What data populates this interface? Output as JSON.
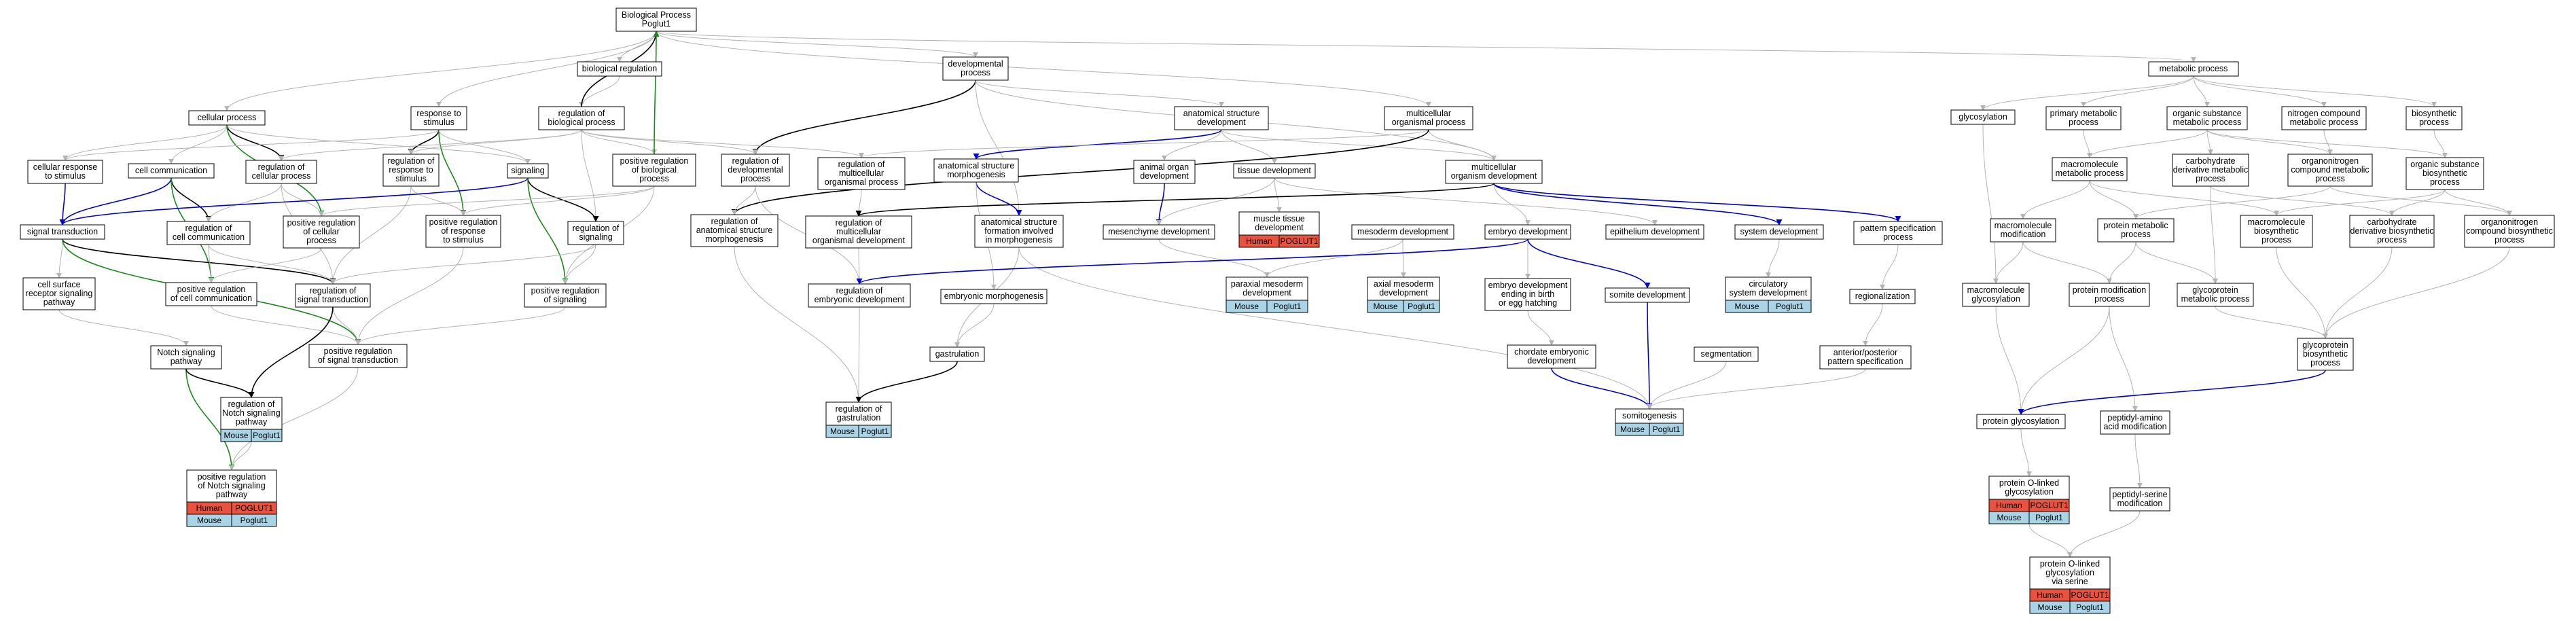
{
  "colors": {
    "edge_gray": "#b3b3b3",
    "edge_black": "#000000",
    "edge_blue": "#0000cc",
    "edge_green": "#1a8a1a",
    "node_fill": "#ffffff",
    "node_border": "#000000",
    "human_badge": "#e8533f",
    "mouse_badge": "#a8d4e6"
  },
  "nodes": [
    {
      "id": "bp",
      "lines": [
        "Biological Process",
        "Poglut1"
      ]
    },
    {
      "id": "biolreg",
      "lines": [
        "biological regulation"
      ]
    },
    {
      "id": "devproc",
      "lines": [
        "developmental",
        "process"
      ]
    },
    {
      "id": "cellproc",
      "lines": [
        "cellular process"
      ]
    },
    {
      "id": "resp",
      "lines": [
        "response to",
        "stimulus"
      ]
    },
    {
      "id": "regbio",
      "lines": [
        "regulation of",
        "biological process"
      ]
    },
    {
      "id": "anatdev",
      "lines": [
        "anatomical structure",
        "development"
      ]
    },
    {
      "id": "multiproc",
      "lines": [
        "multicellular",
        "organismal process"
      ]
    },
    {
      "id": "cellresp",
      "lines": [
        "cellular response",
        "to stimulus"
      ]
    },
    {
      "id": "cellcomm",
      "lines": [
        "cell communication"
      ]
    },
    {
      "id": "regcell",
      "lines": [
        "regulation of",
        "cellular process"
      ]
    },
    {
      "id": "regresp",
      "lines": [
        "regulation of",
        "response to",
        "stimulus"
      ]
    },
    {
      "id": "signaling",
      "lines": [
        "signaling"
      ]
    },
    {
      "id": "posregbio",
      "lines": [
        "positive regulation",
        "of biological",
        "process"
      ]
    },
    {
      "id": "regdev",
      "lines": [
        "regulation of",
        "developmental",
        "process"
      ]
    },
    {
      "id": "regmulti",
      "lines": [
        "regulation of",
        "multicellular",
        "organismal process"
      ]
    },
    {
      "id": "anatmorph",
      "lines": [
        "anatomical structure",
        "morphogenesis"
      ]
    },
    {
      "id": "animorg",
      "lines": [
        "animal organ",
        "development"
      ]
    },
    {
      "id": "tissuedev",
      "lines": [
        "tissue development"
      ]
    },
    {
      "id": "multidev",
      "lines": [
        "multicellular",
        "organism development"
      ]
    },
    {
      "id": "sigtrans",
      "lines": [
        "signal transduction"
      ]
    },
    {
      "id": "regcellcomm",
      "lines": [
        "regulation of",
        "cell communication"
      ]
    },
    {
      "id": "posregcell",
      "lines": [
        "positive regulation",
        "of cellular",
        "process"
      ]
    },
    {
      "id": "posregresp",
      "lines": [
        "positive regulation",
        "of response",
        "to stimulus"
      ]
    },
    {
      "id": "regsig",
      "lines": [
        "regulation of",
        "signaling"
      ]
    },
    {
      "id": "reganatmorph",
      "lines": [
        "regulation of",
        "anatomical structure",
        "morphogenesis"
      ]
    },
    {
      "id": "regmultidev",
      "lines": [
        "regulation of",
        "multicellular",
        "organismal development"
      ]
    },
    {
      "id": "anatform",
      "lines": [
        "anatomical structure",
        "formation involved",
        "in morphogenesis"
      ]
    },
    {
      "id": "mesendev",
      "lines": [
        "mesenchyme development"
      ]
    },
    {
      "id": "muscledev",
      "lines": [
        "muscle tissue",
        "development"
      ],
      "badges": [
        [
          "Human",
          "POGLUT1"
        ]
      ]
    },
    {
      "id": "mesodev",
      "lines": [
        "mesoderm development"
      ]
    },
    {
      "id": "embryodev",
      "lines": [
        "embryo development"
      ]
    },
    {
      "id": "epitheldev",
      "lines": [
        "epithelium development"
      ]
    },
    {
      "id": "sysdev",
      "lines": [
        "system development"
      ]
    },
    {
      "id": "patternspec",
      "lines": [
        "pattern specification",
        "process"
      ]
    },
    {
      "id": "cellsurf",
      "lines": [
        "cell surface",
        "receptor signaling",
        "pathway"
      ]
    },
    {
      "id": "posregcellcomm",
      "lines": [
        "positive regulation",
        "of cell communication"
      ]
    },
    {
      "id": "regsigtrans",
      "lines": [
        "regulation of",
        "signal transduction"
      ]
    },
    {
      "id": "posregsig",
      "lines": [
        "positive regulation",
        "of signaling"
      ]
    },
    {
      "id": "regembryo",
      "lines": [
        "regulation of",
        "embryonic development"
      ]
    },
    {
      "id": "embmorph",
      "lines": [
        "embryonic morphogenesis"
      ]
    },
    {
      "id": "parameso",
      "lines": [
        "paraxial mesoderm",
        "development"
      ],
      "badges": [
        [
          "Mouse",
          "Poglut1"
        ]
      ]
    },
    {
      "id": "axialmeso",
      "lines": [
        "axial mesoderm",
        "development"
      ],
      "badges": [
        [
          "Mouse",
          "Poglut1"
        ]
      ]
    },
    {
      "id": "embryoend",
      "lines": [
        "embryo development",
        "ending in birth",
        "or egg hatching"
      ]
    },
    {
      "id": "somitedev",
      "lines": [
        "somite development"
      ]
    },
    {
      "id": "circsys",
      "lines": [
        "circulatory",
        "system development"
      ],
      "badges": [
        [
          "Mouse",
          "Poglut1"
        ]
      ]
    },
    {
      "id": "regionalization",
      "lines": [
        "regionalization"
      ]
    },
    {
      "id": "notch",
      "lines": [
        "Notch signaling",
        "pathway"
      ]
    },
    {
      "id": "posregsigtrans",
      "lines": [
        "positive regulation",
        "of signal transduction"
      ]
    },
    {
      "id": "gastrulation",
      "lines": [
        "gastrulation"
      ]
    },
    {
      "id": "chordate",
      "lines": [
        "chordate embryonic",
        "development"
      ]
    },
    {
      "id": "segmentation",
      "lines": [
        "segmentation"
      ]
    },
    {
      "id": "antpost",
      "lines": [
        "anterior/posterior",
        "pattern specification"
      ]
    },
    {
      "id": "regnotch",
      "lines": [
        "regulation of",
        "Notch signaling",
        "pathway"
      ],
      "badges": [
        [
          "Mouse",
          "Poglut1"
        ]
      ]
    },
    {
      "id": "reggast",
      "lines": [
        "regulation of",
        "gastrulation"
      ],
      "badges": [
        [
          "Mouse",
          "Poglut1"
        ]
      ]
    },
    {
      "id": "somito",
      "lines": [
        "somitogenesis"
      ],
      "badges": [
        [
          "Mouse",
          "Poglut1"
        ]
      ]
    },
    {
      "id": "posregnotch",
      "lines": [
        "positive regulation",
        "of Notch signaling",
        "pathway"
      ],
      "badges": [
        [
          "Human",
          "POGLUT1"
        ],
        [
          "Mouse",
          "Poglut1"
        ]
      ]
    },
    {
      "id": "metab",
      "lines": [
        "metabolic process"
      ]
    },
    {
      "id": "glycosylation",
      "lines": [
        "glycosylation"
      ]
    },
    {
      "id": "primmetab",
      "lines": [
        "primary metabolic",
        "process"
      ]
    },
    {
      "id": "orgsubmetab",
      "lines": [
        "organic substance",
        "metabolic process"
      ]
    },
    {
      "id": "nitro",
      "lines": [
        "nitrogen compound",
        "metabolic process"
      ]
    },
    {
      "id": "biosyn",
      "lines": [
        "biosynthetic",
        "process"
      ]
    },
    {
      "id": "macromet",
      "lines": [
        "macromolecule",
        "metabolic process"
      ]
    },
    {
      "id": "carbometab",
      "lines": [
        "carbohydrate",
        "derivative metabolic",
        "process"
      ]
    },
    {
      "id": "organonitro",
      "lines": [
        "organonitrogen",
        "compound metabolic",
        "process"
      ]
    },
    {
      "id": "orgsubbio",
      "lines": [
        "organic substance",
        "biosynthetic",
        "process"
      ]
    },
    {
      "id": "macromod",
      "lines": [
        "macromolecule",
        "modification"
      ]
    },
    {
      "id": "protmetab",
      "lines": [
        "protein metabolic",
        "process"
      ]
    },
    {
      "id": "macrobio",
      "lines": [
        "macromolecule",
        "biosynthetic",
        "process"
      ]
    },
    {
      "id": "carbobio",
      "lines": [
        "carbohydrate",
        "derivative biosynthetic",
        "process"
      ]
    },
    {
      "id": "organobio",
      "lines": [
        "organonitrogen",
        "compound biosynthetic",
        "process"
      ]
    },
    {
      "id": "macroglyc",
      "lines": [
        "macromolecule",
        "glycosylation"
      ]
    },
    {
      "id": "protmod",
      "lines": [
        "protein modification",
        "process"
      ]
    },
    {
      "id": "glycometab",
      "lines": [
        "glycoprotein",
        "metabolic process"
      ]
    },
    {
      "id": "glycobio",
      "lines": [
        "glycoprotein",
        "biosynthetic",
        "process"
      ]
    },
    {
      "id": "protglyc",
      "lines": [
        "protein glycosylation"
      ]
    },
    {
      "id": "peptamino",
      "lines": [
        "peptidyl-amino",
        "acid modification"
      ]
    },
    {
      "id": "protO",
      "lines": [
        "protein O-linked",
        "glycosylation"
      ],
      "badges": [
        [
          "Human",
          "POGLUT1"
        ],
        [
          "Mouse",
          "Poglut1"
        ]
      ]
    },
    {
      "id": "peptserine",
      "lines": [
        "peptidyl-serine",
        "modification"
      ]
    },
    {
      "id": "protOser",
      "lines": [
        "protein O-linked",
        "glycosylation",
        "via serine"
      ],
      "badges": [
        [
          "Human",
          "POGLUT1"
        ],
        [
          "Mouse",
          "Poglut1"
        ]
      ]
    }
  ],
  "edges": [
    [
      "bp",
      "biolreg",
      "g"
    ],
    [
      "bp",
      "devproc",
      "g"
    ],
    [
      "bp",
      "cellproc",
      "g"
    ],
    [
      "bp",
      "resp",
      "g"
    ],
    [
      "bp",
      "multiproc",
      "g"
    ],
    [
      "bp",
      "metab",
      "g"
    ],
    [
      "biolreg",
      "regbio",
      "g"
    ],
    [
      "devproc",
      "anatdev",
      "g"
    ],
    [
      "devproc",
      "regdev",
      "k"
    ],
    [
      "devproc",
      "anatform",
      "g"
    ],
    [
      "devproc",
      "multidev",
      "g"
    ],
    [
      "cellproc",
      "cellresp",
      "g"
    ],
    [
      "cellproc",
      "cellcomm",
      "g"
    ],
    [
      "cellproc",
      "regcell",
      "k"
    ],
    [
      "cellproc",
      "signaling",
      "g"
    ],
    [
      "cellproc",
      "posregcell",
      "G"
    ],
    [
      "resp",
      "cellresp",
      "g"
    ],
    [
      "resp",
      "regresp",
      "k"
    ],
    [
      "resp",
      "posregresp",
      "G"
    ],
    [
      "resp",
      "signaling",
      "g"
    ],
    [
      "regbio",
      "bp",
      "k"
    ],
    [
      "regbio",
      "regcell",
      "g"
    ],
    [
      "regbio",
      "regresp",
      "g"
    ],
    [
      "regbio",
      "regsig",
      "g"
    ],
    [
      "regbio",
      "posregbio",
      "g"
    ],
    [
      "regbio",
      "regdev",
      "g"
    ],
    [
      "regbio",
      "regmulti",
      "g"
    ],
    [
      "anatdev",
      "anatmorph",
      "B"
    ],
    [
      "anatdev",
      "animorg",
      "g"
    ],
    [
      "anatdev",
      "tissuedev",
      "g"
    ],
    [
      "anatdev",
      "multidev",
      "g"
    ],
    [
      "multiproc",
      "regmulti",
      "g"
    ],
    [
      "multiproc",
      "multidev",
      "g"
    ],
    [
      "multiproc",
      "reganatmorph",
      "k"
    ],
    [
      "cellresp",
      "sigtrans",
      "B"
    ],
    [
      "cellcomm",
      "sigtrans",
      "B"
    ],
    [
      "cellcomm",
      "regcellcomm",
      "k"
    ],
    [
      "cellcomm",
      "posregcellcomm",
      "G"
    ],
    [
      "regcell",
      "posregcell",
      "g"
    ],
    [
      "regcell",
      "regcellcomm",
      "g"
    ],
    [
      "regcell",
      "regsigtrans",
      "g"
    ],
    [
      "regresp",
      "posregresp",
      "g"
    ],
    [
      "regresp",
      "regsigtrans",
      "g"
    ],
    [
      "signaling",
      "sigtrans",
      "B"
    ],
    [
      "signaling",
      "regsig",
      "k"
    ],
    [
      "signaling",
      "posregsig",
      "G"
    ],
    [
      "posregbio",
      "bp",
      "G"
    ],
    [
      "posregbio",
      "posregcell",
      "g"
    ],
    [
      "posregbio",
      "posregresp",
      "g"
    ],
    [
      "posregbio",
      "posregsig",
      "g"
    ],
    [
      "regdev",
      "reganatmorph",
      "g"
    ],
    [
      "regdev",
      "regembryo",
      "g"
    ],
    [
      "regmulti",
      "regmultidev",
      "g"
    ],
    [
      "anatmorph",
      "anatform",
      "B"
    ],
    [
      "anatmorph",
      "embmorph",
      "g"
    ],
    [
      "animorg",
      "mesendev",
      "B"
    ],
    [
      "tissuedev",
      "mesendev",
      "g"
    ],
    [
      "tissuedev",
      "muscledev",
      "g"
    ],
    [
      "tissuedev",
      "epitheldev",
      "g"
    ],
    [
      "multidev",
      "sysdev",
      "B"
    ],
    [
      "multidev",
      "embryodev",
      "g"
    ],
    [
      "multidev",
      "patternspec",
      "B"
    ],
    [
      "multidev",
      "regmultidev",
      "k"
    ],
    [
      "sigtrans",
      "cellsurf",
      "g"
    ],
    [
      "sigtrans",
      "regsigtrans",
      "k"
    ],
    [
      "sigtrans",
      "posregsigtrans",
      "G"
    ],
    [
      "regcellcomm",
      "posregcellcomm",
      "g"
    ],
    [
      "regcellcomm",
      "regsigtrans",
      "g"
    ],
    [
      "posregcell",
      "posregcellcomm",
      "g"
    ],
    [
      "posregresp",
      "posregsigtrans",
      "g"
    ],
    [
      "regsig",
      "posregsig",
      "g"
    ],
    [
      "regsig",
      "regsigtrans",
      "g"
    ],
    [
      "reganatmorph",
      "reggast",
      "g"
    ],
    [
      "regmultidev",
      "regembryo",
      "g"
    ],
    [
      "anatform",
      "gastrulation",
      "g"
    ],
    [
      "anatform",
      "somito",
      "g"
    ],
    [
      "mesendev",
      "parameso",
      "g"
    ],
    [
      "mesodev",
      "parameso",
      "g"
    ],
    [
      "mesodev",
      "axialmeso",
      "g"
    ],
    [
      "embryodev",
      "embryoend",
      "g"
    ],
    [
      "embryodev",
      "regembryo",
      "B"
    ],
    [
      "embryodev",
      "somitedev",
      "B"
    ],
    [
      "sysdev",
      "circsys",
      "g"
    ],
    [
      "patternspec",
      "regionalization",
      "g"
    ],
    [
      "cellsurf",
      "notch",
      "g"
    ],
    [
      "posregcellcomm",
      "posregsigtrans",
      "g"
    ],
    [
      "regsigtrans",
      "posregsigtrans",
      "g"
    ],
    [
      "regsigtrans",
      "regnotch",
      "k"
    ],
    [
      "posregsig",
      "posregsigtrans",
      "g"
    ],
    [
      "regembryo",
      "reggast",
      "g"
    ],
    [
      "embmorph",
      "gastrulation",
      "g"
    ],
    [
      "somitedev",
      "somito",
      "B"
    ],
    [
      "embryoend",
      "chordate",
      "g"
    ],
    [
      "chordate",
      "somito",
      "B"
    ],
    [
      "regionalization",
      "antpost",
      "g"
    ],
    [
      "notch",
      "posregnotch",
      "G"
    ],
    [
      "notch",
      "regnotch",
      "k"
    ],
    [
      "posregsigtrans",
      "posregnotch",
      "g"
    ],
    [
      "gastrulation",
      "reggast",
      "k"
    ],
    [
      "segmentation",
      "somito",
      "g"
    ],
    [
      "antpost",
      "somito",
      "g"
    ],
    [
      "regnotch",
      "posregnotch",
      "g"
    ],
    [
      "metab",
      "glycosylation",
      "g"
    ],
    [
      "metab",
      "primmetab",
      "g"
    ],
    [
      "metab",
      "orgsubmetab",
      "g"
    ],
    [
      "metab",
      "nitro",
      "g"
    ],
    [
      "metab",
      "biosyn",
      "g"
    ],
    [
      "primmetab",
      "macromet",
      "g"
    ],
    [
      "orgsubmetab",
      "macromet",
      "g"
    ],
    [
      "orgsubmetab",
      "carbometab",
      "g"
    ],
    [
      "orgsubmetab",
      "organonitro",
      "g"
    ],
    [
      "orgsubmetab",
      "orgsubbio",
      "g"
    ],
    [
      "nitro",
      "organonitro",
      "g"
    ],
    [
      "biosyn",
      "orgsubbio",
      "g"
    ],
    [
      "macromet",
      "macromod",
      "g"
    ],
    [
      "macromet",
      "protmetab",
      "g"
    ],
    [
      "macromet",
      "macrobio",
      "g"
    ],
    [
      "carbometab",
      "glycometab",
      "g"
    ],
    [
      "carbometab",
      "carbobio",
      "g"
    ],
    [
      "organonitro",
      "protmetab",
      "g"
    ],
    [
      "organonitro",
      "organobio",
      "g"
    ],
    [
      "orgsubbio",
      "macrobio",
      "g"
    ],
    [
      "orgsubbio",
      "carbobio",
      "g"
    ],
    [
      "orgsubbio",
      "organobio",
      "g"
    ],
    [
      "macromod",
      "macroglyc",
      "g"
    ],
    [
      "macromod",
      "protmod",
      "g"
    ],
    [
      "protmetab",
      "protmod",
      "g"
    ],
    [
      "protmetab",
      "glycometab",
      "g"
    ],
    [
      "macrobio",
      "glycobio",
      "g"
    ],
    [
      "carbobio",
      "glycobio",
      "g"
    ],
    [
      "organobio",
      "glycobio",
      "g"
    ],
    [
      "glycometab",
      "glycobio",
      "g"
    ],
    [
      "glycosylation",
      "macroglyc",
      "g"
    ],
    [
      "macroglyc",
      "protglyc",
      "g"
    ],
    [
      "protmod",
      "protglyc",
      "g"
    ],
    [
      "protmod",
      "peptamino",
      "g"
    ],
    [
      "glycobio",
      "protglyc",
      "B"
    ],
    [
      "protglyc",
      "protO",
      "g"
    ],
    [
      "peptamino",
      "peptserine",
      "g"
    ],
    [
      "protO",
      "protOser",
      "g"
    ],
    [
      "peptserine",
      "protOser",
      "g"
    ]
  ]
}
